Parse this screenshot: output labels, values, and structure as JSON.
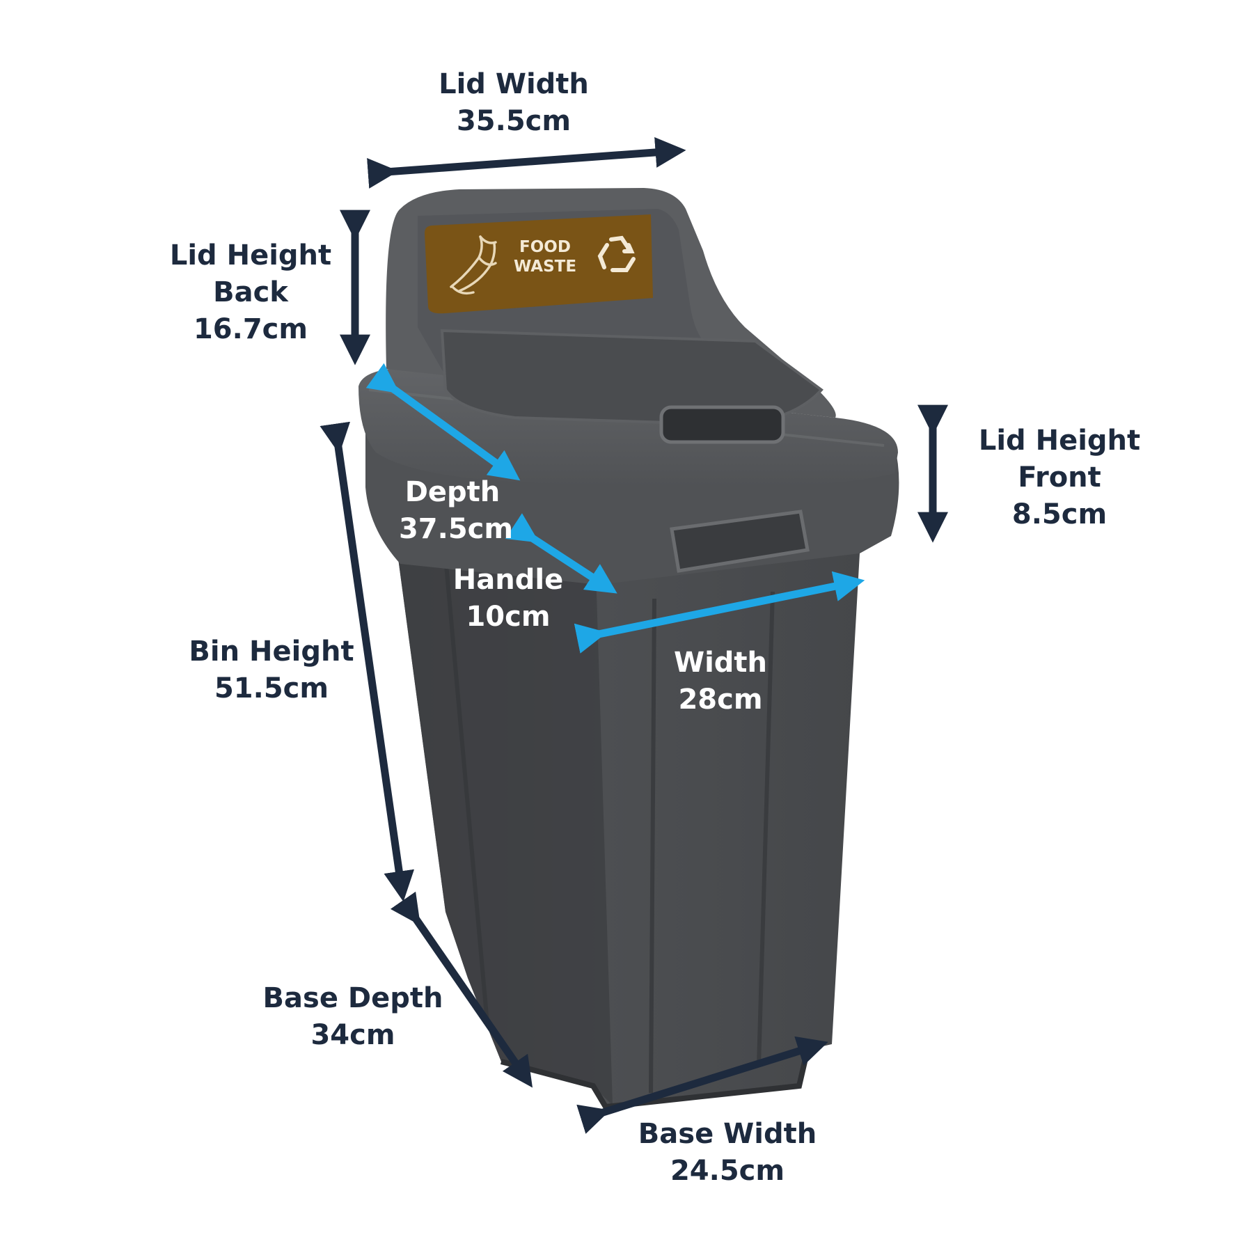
{
  "colors": {
    "arrow_dark": "#1d2a3e",
    "arrow_blue": "#1ea7e6",
    "label_dark": "#1d2a3e",
    "label_light": "#ffffff",
    "bin_body": "#4b4d50",
    "bin_lid": "#56585b",
    "sign_background": "#7a5416"
  },
  "sign": {
    "line1": "FOOD",
    "line2": "WASTE",
    "icons": [
      "banana-peel-icon",
      "recycle-icon"
    ]
  },
  "dimensions": {
    "lid_width": {
      "line1": "Lid Width",
      "line2": "35.5cm"
    },
    "lid_height_back": {
      "line1": "Lid Height",
      "line2": "Back",
      "line3": "16.7cm"
    },
    "lid_height_front": {
      "line1": "Lid Height",
      "line2": "Front",
      "line3": "8.5cm"
    },
    "depth": {
      "line1": "Depth",
      "line2": "37.5cm"
    },
    "handle": {
      "line1": "Handle",
      "line2": "10cm"
    },
    "width": {
      "line1": "Width",
      "line2": "28cm"
    },
    "bin_height": {
      "line1": "Bin Height",
      "line2": "51.5cm"
    },
    "base_depth": {
      "line1": "Base Depth",
      "line2": "34cm"
    },
    "base_width": {
      "line1": "Base Width",
      "line2": "24.5cm"
    }
  }
}
